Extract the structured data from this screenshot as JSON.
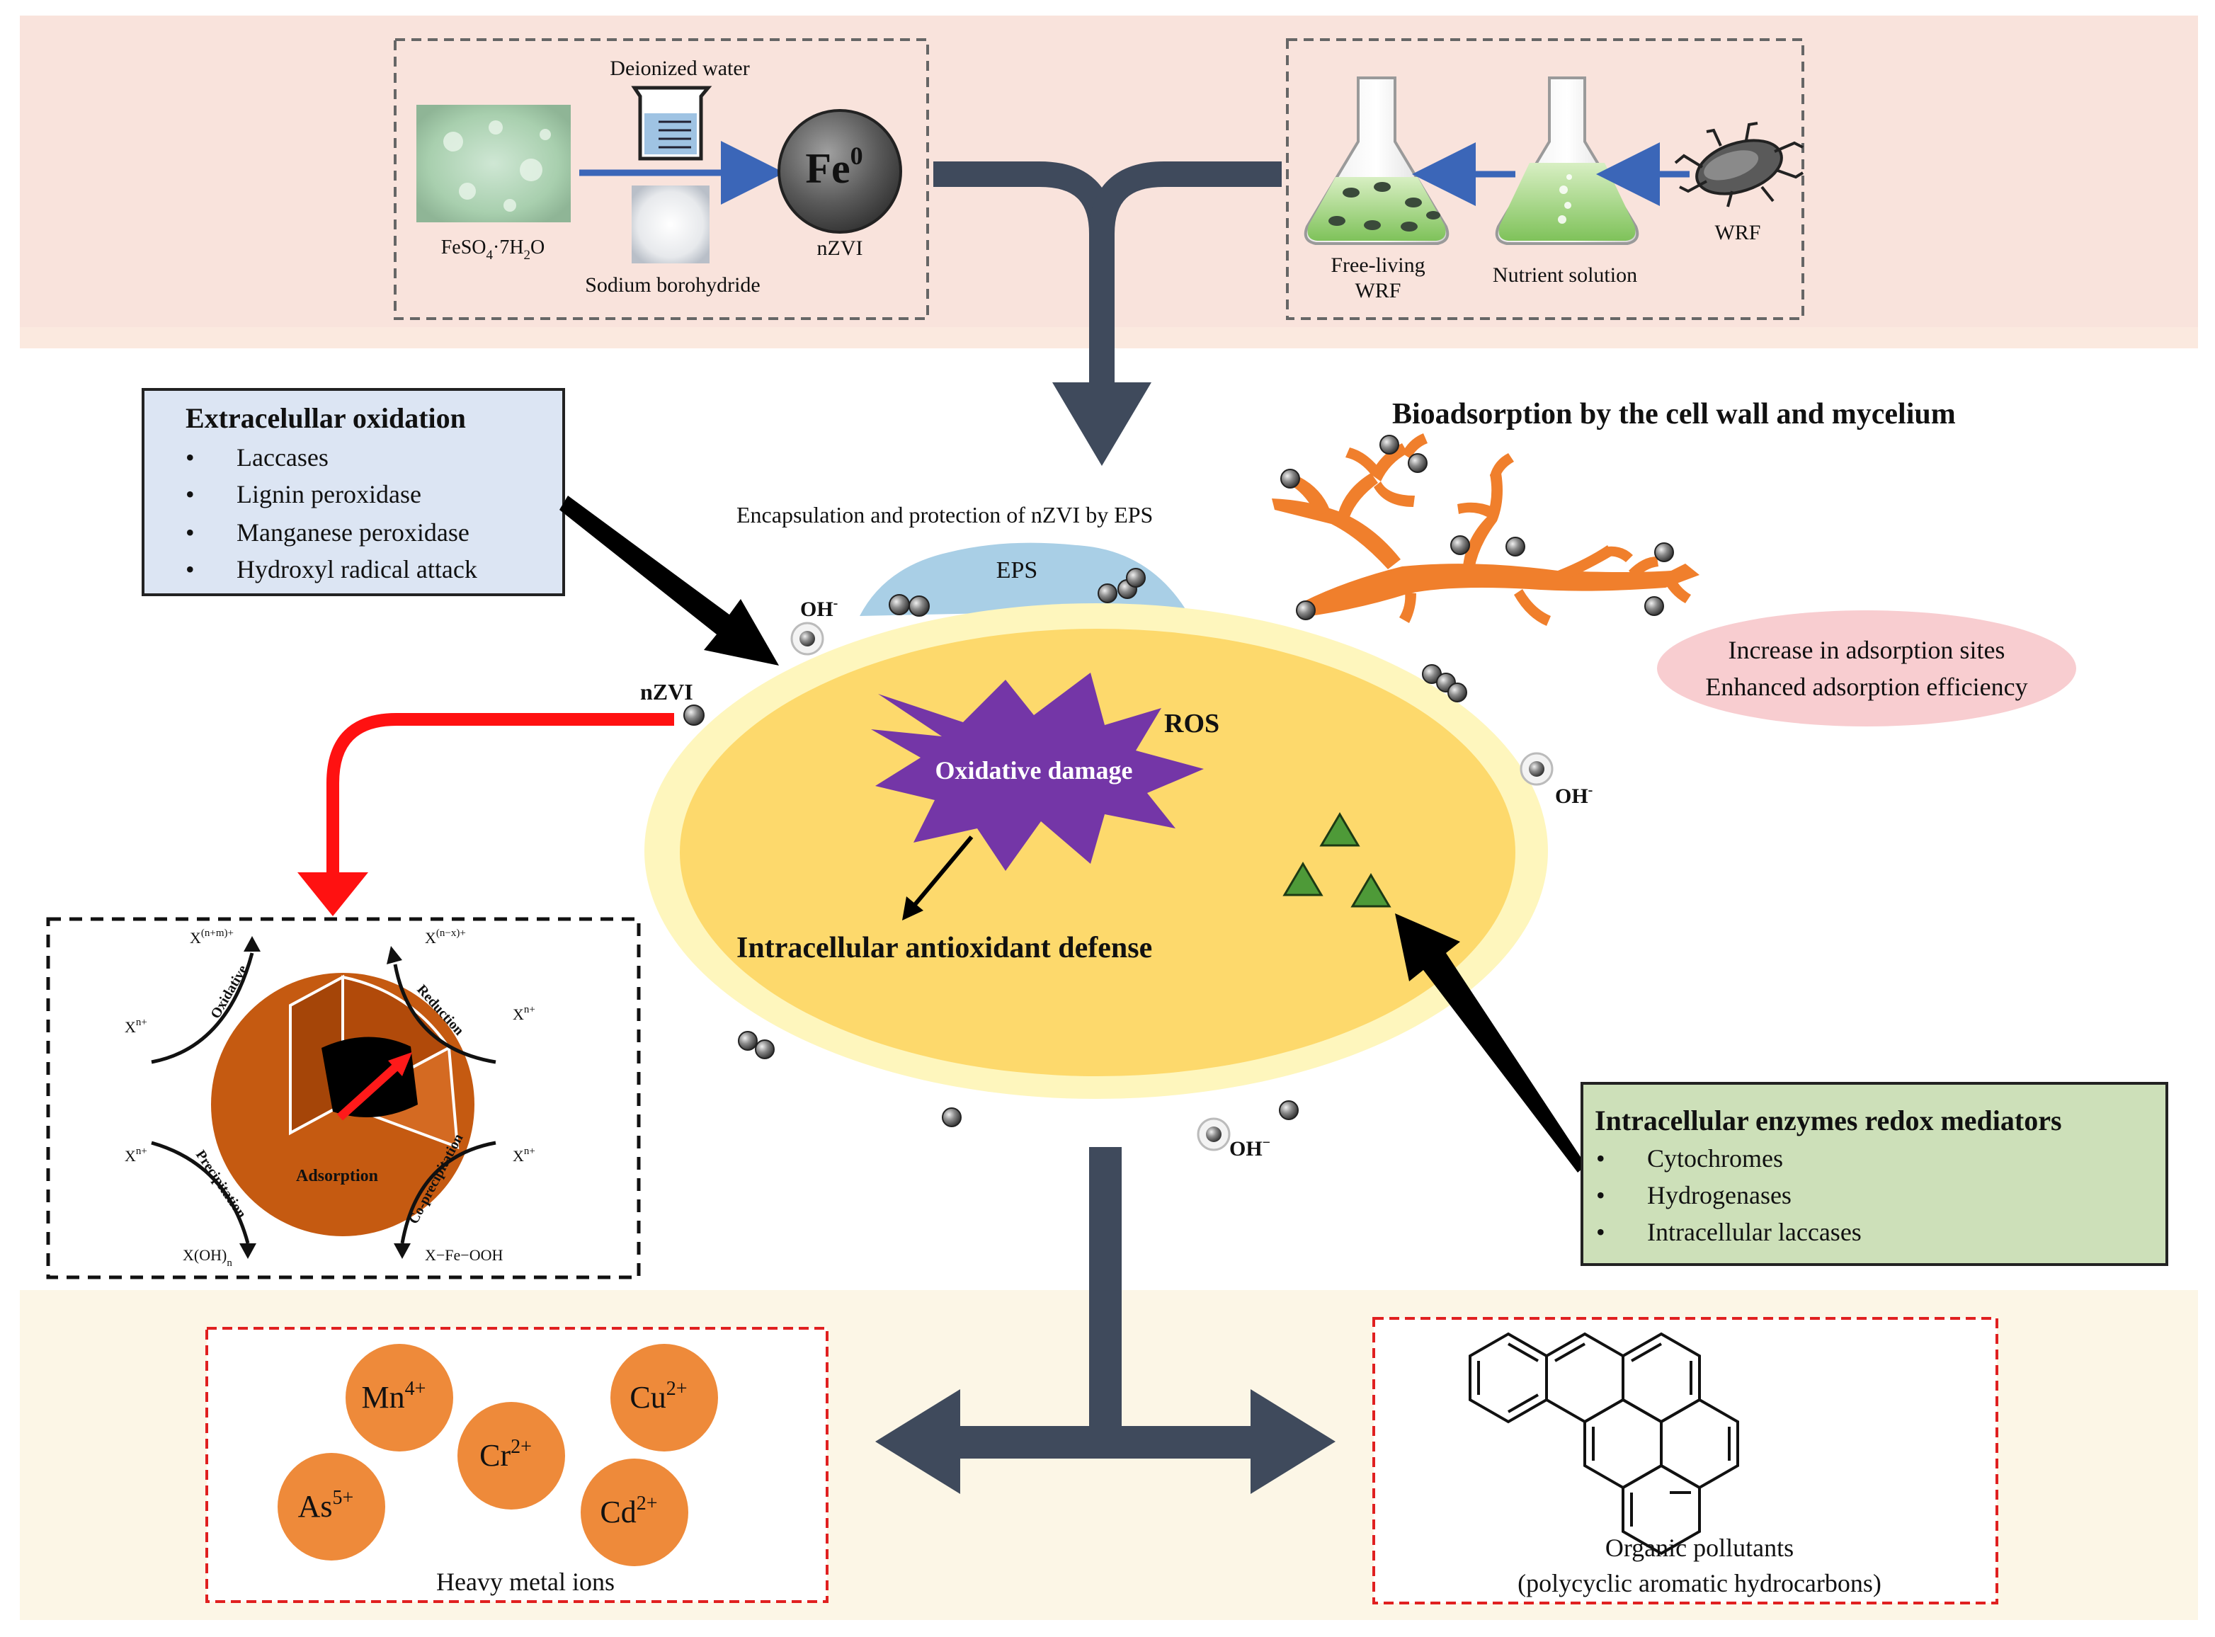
{
  "top_panel": {
    "synthesis": {
      "water_label": "Deionized water",
      "feso4_main": "FeSO",
      "feso4_sub1": "4",
      "feso4_mid": "·7H",
      "feso4_sub2": "2",
      "feso4_end": "O",
      "borohydride_label": "Sodium borohydride",
      "fe_symbol": "Fe",
      "fe_superscript": "0",
      "nzvi_label": "nZVI"
    },
    "culture": {
      "free_living_line1": "Free-living",
      "free_living_line2": "WRF",
      "nutrient_label": "Nutrient solution",
      "wrf_label": "WRF"
    }
  },
  "extracellular_box": {
    "title": "Extracelullar oxidation",
    "items": [
      "Laccases",
      "Lignin peroxidase",
      "Manganese peroxidase",
      "Hydroxyl radical attack"
    ]
  },
  "bioadsorption": {
    "title": "Bioadsorption by the cell wall and mycelium",
    "ellipse_line1": "Increase in adsorption sites",
    "ellipse_line2": "Enhanced adsorption efficiency"
  },
  "cell": {
    "eps_caption": "Encapsulation and protection of nZVI by EPS",
    "eps_label": "EPS",
    "oh_labels": [
      "OH",
      "OH",
      "OH"
    ],
    "oh_superscript": "-",
    "oh_superscript_bottom": "−",
    "nzvi_label": "nZVI",
    "ros_label": "ROS",
    "oxidative_label": "Oxidative damage",
    "antioxidant_label": "Intracellular antioxidant defense"
  },
  "intracellular_box": {
    "title": "Intracellular enzymes redox mediators",
    "items": [
      "Cytochromes",
      "Hydrogenases",
      "Intracellular laccases"
    ]
  },
  "mechanism_box": {
    "x_np": "X",
    "x_np_sup": "n+",
    "x_oxid_product": "X",
    "x_oxid_sup": "(n+m)+",
    "x_red_product": "X",
    "x_red_sup": "(n−x)+",
    "oxidative": "Oxidative",
    "reduction": "Reduction",
    "precipitation": "Precipitation",
    "coprecipitation": "Co-precipitation",
    "adsorption": "Adsorption",
    "hydroxide_main": "X(OH)",
    "hydroxide_sub": "n",
    "xfe_product": "X−Fe−OOH"
  },
  "heavy_metals": {
    "caption": "Heavy metal ions",
    "ions": [
      {
        "symbol": "Mn",
        "charge": "4+"
      },
      {
        "symbol": "Cu",
        "charge": "2+"
      },
      {
        "symbol": "Cr",
        "charge": "2+"
      },
      {
        "symbol": "As",
        "charge": "5+"
      },
      {
        "symbol": "Cd",
        "charge": "2+"
      }
    ]
  },
  "organics": {
    "caption_line1": "Organic pollutants",
    "caption_line2": "(polycyclic aromatic hydrocarbons)"
  },
  "colors": {
    "top_band": "#f9e3dc",
    "bottom_band": "#fcf6e6",
    "cell_fill": "#fdd96c",
    "cell_rim": "#fef6bd",
    "eps_fill": "#a9cfe6",
    "mycelium": "#f07f2c",
    "arrow_dark": "#3f4a5c",
    "extracellular_box_fill": "#dce5f3",
    "intracellular_box_fill": "#cde0b9",
    "ros_fill": "#7436a7",
    "ion_fill": "#ee8a3a",
    "pink_ellipse": "#f8cdd0",
    "red_arrow": "#ff1111",
    "triangle_fill": "#4e9a38"
  }
}
